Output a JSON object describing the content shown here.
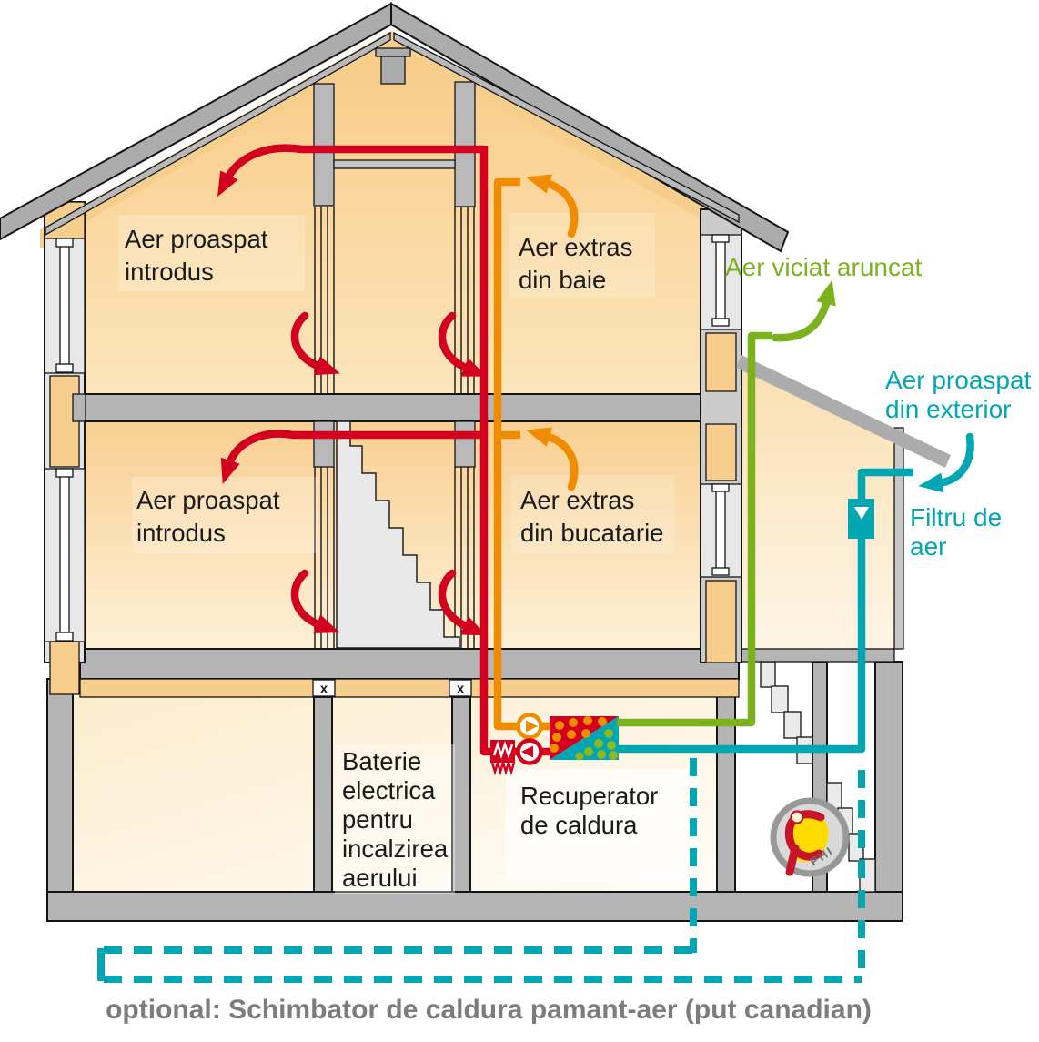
{
  "labels": {
    "supply_attic": {
      "lines": [
        "Aer proaspat",
        "introdus"
      ]
    },
    "supply_floor": {
      "lines": [
        "Aer proaspat",
        "introdus"
      ]
    },
    "extract_bath": {
      "lines": [
        "Aer extras",
        "din baie"
      ]
    },
    "extract_kitchen": {
      "lines": [
        "Aer extras",
        "din bucatarie"
      ]
    },
    "exhaust_air": {
      "text": "Aer viciat aruncat"
    },
    "fresh_outside": {
      "lines": [
        "Aer proaspat",
        "din exterior"
      ]
    },
    "air_filter": {
      "lines": [
        "Filtru de",
        "aer"
      ]
    },
    "electric_battery": {
      "lines": [
        "Baterie",
        "electrica",
        "pentru",
        "incalzirea",
        "aerului"
      ]
    },
    "heat_recovery": {
      "lines": [
        "Recuperator",
        "de caldura"
      ]
    },
    "optional_caption": "optional: Schimbator de caldura pamant-aer  (put canadian)"
  },
  "duct_marker": "x",
  "logo": {
    "text": "PHI"
  },
  "colors": {
    "supply_red": "#d2001e",
    "extract_orange": "#f08c00",
    "exhaust_green": "#7cb21e",
    "fresh_teal": "#00a7b3",
    "wall_orange": "#f8ce8c",
    "structure_gray": "#b5b5b5",
    "roof_gray": "#acacac",
    "caption_gray": "#7c7c7c",
    "logo_yellow": "#ffdc00",
    "logo_red": "#c81428"
  }
}
